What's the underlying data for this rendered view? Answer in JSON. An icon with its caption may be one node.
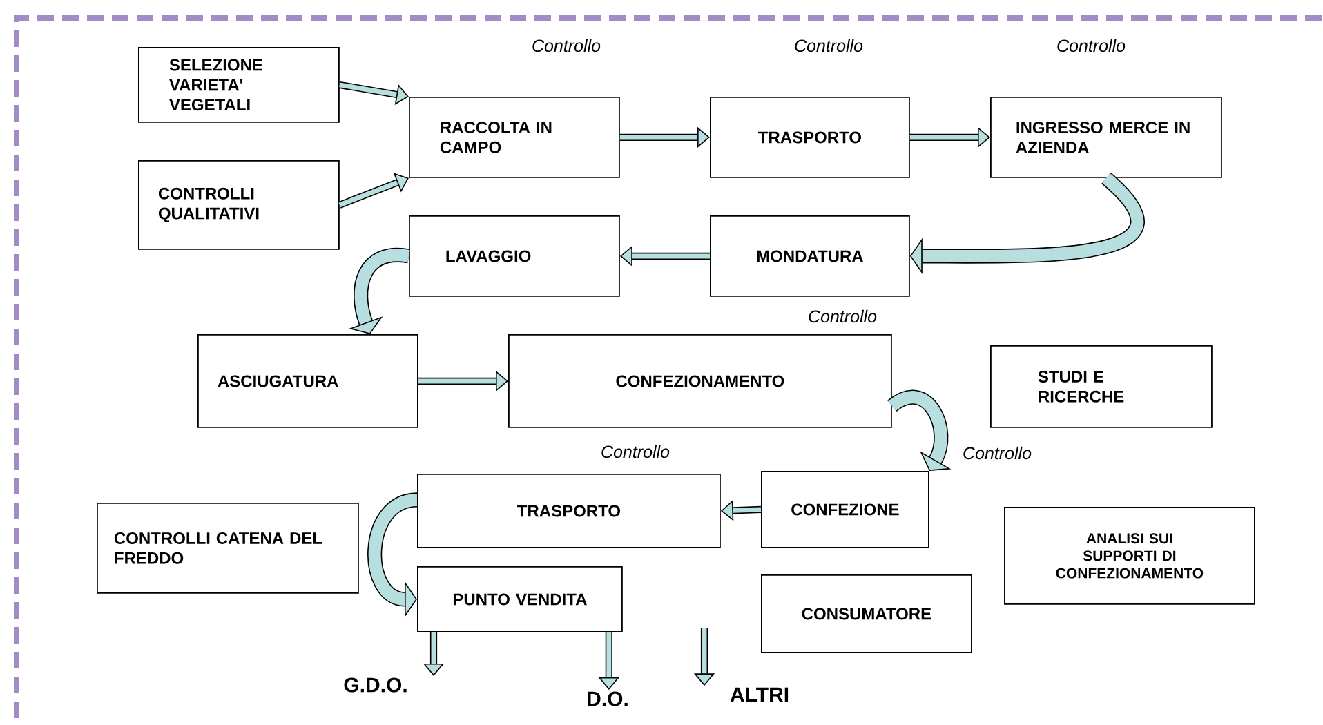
{
  "diagram": {
    "nodes": [
      {
        "text": [
          "SELEZIONE VARIETA' VEGETALI"
        ]
      },
      {
        "text": [
          "CONTROLLI QUALITATIVI"
        ]
      },
      {
        "text": [
          "RACCOLTA IN CAMPO"
        ]
      },
      {
        "text": [
          "TRASPORTO"
        ]
      },
      {
        "text": [
          "INGRESSO MERCE IN AZIENDA"
        ]
      },
      {
        "text": [
          "LAVAGGIO"
        ]
      },
      {
        "text": [
          "MONDATURA"
        ]
      },
      {
        "text": [
          "ASCIUGATURA"
        ]
      },
      {
        "text": [
          "CONFEZIONAMENTO"
        ]
      },
      {
        "text": [
          "STUDI E RICERCHE"
        ]
      },
      {
        "text": [
          "CONTROLLI CATENA DEL FREDDO"
        ]
      },
      {
        "text": [
          "TRASPORTO"
        ]
      },
      {
        "text": [
          "CONFEZIONE"
        ]
      },
      {
        "text": [
          "PUNTO VENDITA"
        ]
      },
      {
        "text": [
          "ANALISI SUI SUPPORTI DI CONFEZIONAMENTO"
        ]
      },
      {
        "text": [
          "CONSUMATORE"
        ]
      },
      {
        "text": [
          "G.D.O."
        ]
      },
      {
        "text": [
          "D.O."
        ]
      },
      {
        "text": [
          "ALTRI"
        ]
      }
    ],
    "edges": [
      {
        "from": 0,
        "to": 2,
        "arrow": "to"
      },
      {
        "from": 1,
        "to": 2,
        "arrow": "to"
      },
      {
        "from": 2,
        "to": 3,
        "arrow": "to"
      },
      {
        "from": 3,
        "to": 4,
        "arrow": "to"
      },
      {
        "from": 4,
        "to": 6,
        "arrow": "to",
        "style": "thick"
      },
      {
        "from": 6,
        "to": 5,
        "arrow": "to"
      },
      {
        "from": 5,
        "to": 7,
        "arrow": "to",
        "style": "thick"
      },
      {
        "from": 7,
        "to": 8,
        "arrow": "to"
      },
      {
        "from": 8,
        "to": 12,
        "arrow": "to",
        "style": "thick"
      },
      {
        "from": 12,
        "to": 11,
        "arrow": "to"
      },
      {
        "from": 11,
        "to": 13,
        "arrow": "to",
        "style": "thick"
      },
      {
        "from": 13,
        "to": 16,
        "arrow": "to"
      },
      {
        "from": 13,
        "to": 17,
        "arrow": "to"
      },
      {
        "from": null,
        "to": 18,
        "arrow": "to"
      }
    ],
    "labels": [
      "Controllo",
      "Controllo",
      "Controllo",
      "Controllo",
      "Controllo",
      "Controllo"
    ]
  }
}
